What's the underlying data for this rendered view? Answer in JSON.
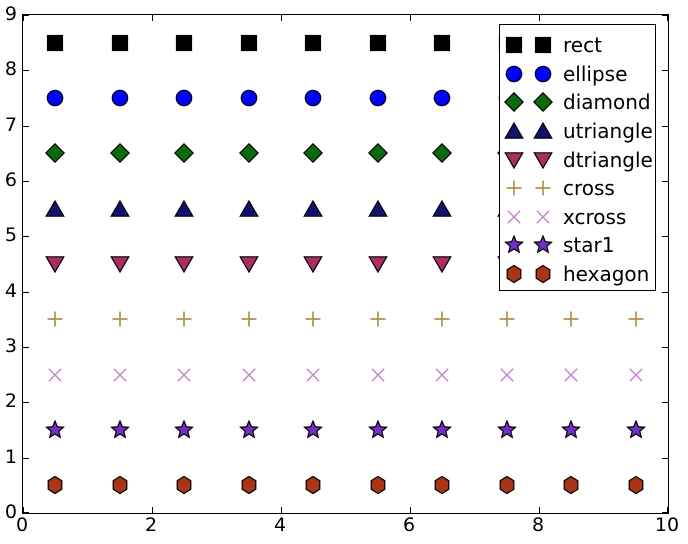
{
  "chart_data": {
    "type": "scatter",
    "title": "",
    "xlabel": "",
    "ylabel": "",
    "xlim": [
      0,
      10
    ],
    "ylim": [
      0,
      9
    ],
    "x_ticks": [
      0,
      2,
      4,
      6,
      8,
      10
    ],
    "y_ticks": [
      0,
      1,
      2,
      3,
      4,
      5,
      6,
      7,
      8,
      9
    ],
    "grid": false,
    "legend_position": "upper right",
    "x_shared": [
      0.5,
      1.5,
      2.5,
      3.5,
      4.5,
      5.5,
      6.5,
      7.5,
      8.5,
      9.5
    ],
    "series": [
      {
        "name": "rect",
        "marker": "rect",
        "color": "#000000",
        "y": 8.5
      },
      {
        "name": "ellipse",
        "marker": "ellipse",
        "color": "#0000ff",
        "y": 7.5
      },
      {
        "name": "diamond",
        "marker": "diamond",
        "color": "#0a6b0a",
        "y": 6.5
      },
      {
        "name": "utriangle",
        "marker": "utriangle",
        "color": "#12126e",
        "y": 5.5
      },
      {
        "name": "dtriangle",
        "marker": "dtriangle",
        "color": "#a83060",
        "y": 4.5
      },
      {
        "name": "cross",
        "marker": "cross",
        "color": "#b3904f",
        "y": 3.5
      },
      {
        "name": "xcross",
        "marker": "xcross",
        "color": "#c77fd3",
        "y": 2.5
      },
      {
        "name": "star1",
        "marker": "star1",
        "color": "#7330c8",
        "y": 1.5
      },
      {
        "name": "hexagon",
        "marker": "hexagon",
        "color": "#ab3418",
        "y": 0.5
      }
    ],
    "legend_entries": [
      "rect",
      "ellipse",
      "diamond",
      "utriangle",
      "dtriangle",
      "cross",
      "xcross",
      "star1",
      "hexagon"
    ],
    "marker_edge_color": "#000000"
  }
}
